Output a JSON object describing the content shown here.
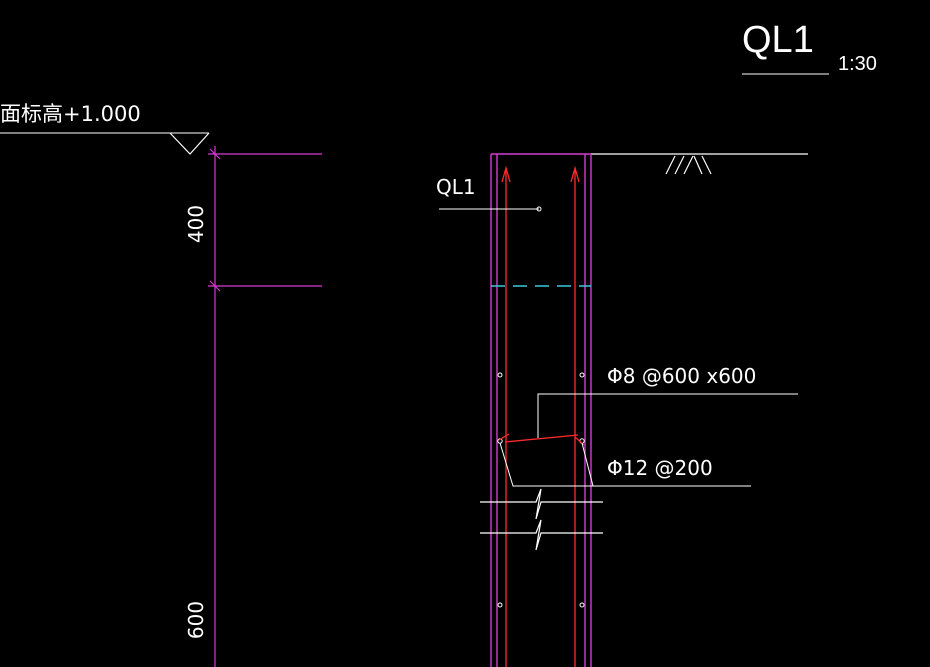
{
  "title": {
    "text": "QL1",
    "scale": "1:30"
  },
  "elevation_label": "面标高+1.000",
  "dimensions": {
    "upper": "400",
    "lower": "600"
  },
  "beam_tag": "QL1",
  "callouts": {
    "stirrup": "Φ8 @600 x600",
    "rebar": "Φ12 @200"
  },
  "colors": {
    "background": "#000000",
    "line": "#ffffff",
    "magenta": "#d23cd2",
    "red": "#ff2a2a",
    "cyan": "#3cc8dc"
  },
  "icons": {
    "elevation_marker": "elevation-triangle-icon",
    "soil_hatch": "soil-hatch-icon",
    "break_line": "break-line-icon"
  }
}
